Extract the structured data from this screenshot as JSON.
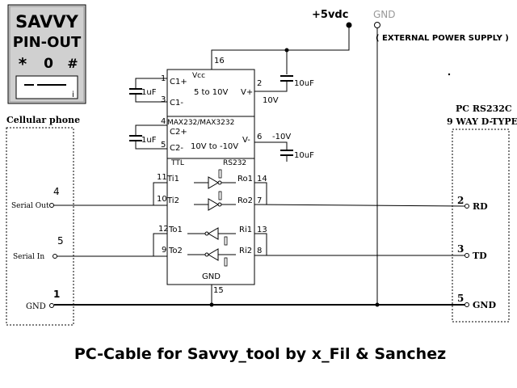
{
  "legend_box": {
    "line1": "SAVVY",
    "line2": "PIN-OUT",
    "star": "*",
    "zero": "0",
    "hash": "#",
    "dash_label": "--",
    "sub": "i"
  },
  "power": {
    "vcc_label": "+5vdc",
    "gnd_label": "GND",
    "external": "( EXTERNAL POWER SUPPLY )"
  },
  "chip": {
    "name": "MAX232/MAX3232",
    "vcc": "Vcc",
    "c1p": "C1+",
    "c1m": "C1-",
    "c2p": "C2+",
    "c2m": "C2-",
    "vplus": "V+",
    "vminus": "V-",
    "range1": "5 to 10V",
    "range2": "10V to -10V",
    "ttl": "TTL",
    "rs232": "RS232",
    "ti1": "Ti1",
    "ti2": "Ti2",
    "to1": "To1",
    "to2": "To2",
    "ro1": "Ro1",
    "ro2": "Ro2",
    "ri1": "Ri1",
    "ri2": "Ri2",
    "gnd": "GND"
  },
  "pins": {
    "p1": "1",
    "p2": "2",
    "p3": "3",
    "p4": "4",
    "p5": "5",
    "p6": "6",
    "p16": "16",
    "p11": "11",
    "p10": "10",
    "p12": "12",
    "p9": "9",
    "p14": "14",
    "p7": "7",
    "p13": "13",
    "p8": "8",
    "p15": "15"
  },
  "caps": {
    "c1": "1uF",
    "c2": "1uF",
    "c3": "10uF",
    "c4": "10uF",
    "v10": "10V",
    "vneg10": "-10V"
  },
  "phone": {
    "title": "Cellular phone",
    "serial_out": "Serial Out",
    "serial_in": "Serial In",
    "gnd": "GND",
    "pin_out": "4",
    "pin_in": "5",
    "pin_gnd": "1"
  },
  "pc": {
    "title1": "PC RS232C",
    "title2": "9 WAY D-TYPE",
    "rd": "RD",
    "td": "TD",
    "gnd": "GND",
    "pin_rd": "2",
    "pin_td": "3",
    "pin_gnd": "5"
  },
  "caption": "PC-Cable for Savvy_tool by x_Fil & Sanchez"
}
